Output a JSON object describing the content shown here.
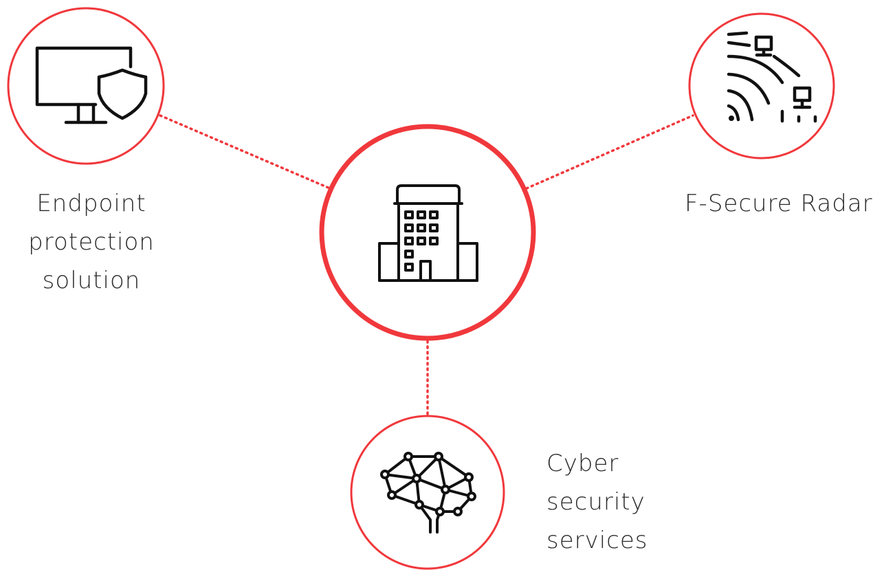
{
  "colors": {
    "accent": "#f0383c",
    "icon": "#111111",
    "text": "#2b2b2b",
    "background": "#ffffff"
  },
  "center": {
    "icon": "office-building-icon"
  },
  "nodes": [
    {
      "id": "endpoint",
      "icon": "monitor-shield-icon",
      "label_lines": [
        "Endpoint",
        "protection",
        "solution"
      ]
    },
    {
      "id": "radar",
      "icon": "network-scan-icon",
      "label_lines": [
        "F-Secure Radar"
      ]
    },
    {
      "id": "cyber",
      "icon": "neural-brain-icon",
      "label_lines": [
        "Cyber",
        "security",
        "services"
      ]
    }
  ]
}
